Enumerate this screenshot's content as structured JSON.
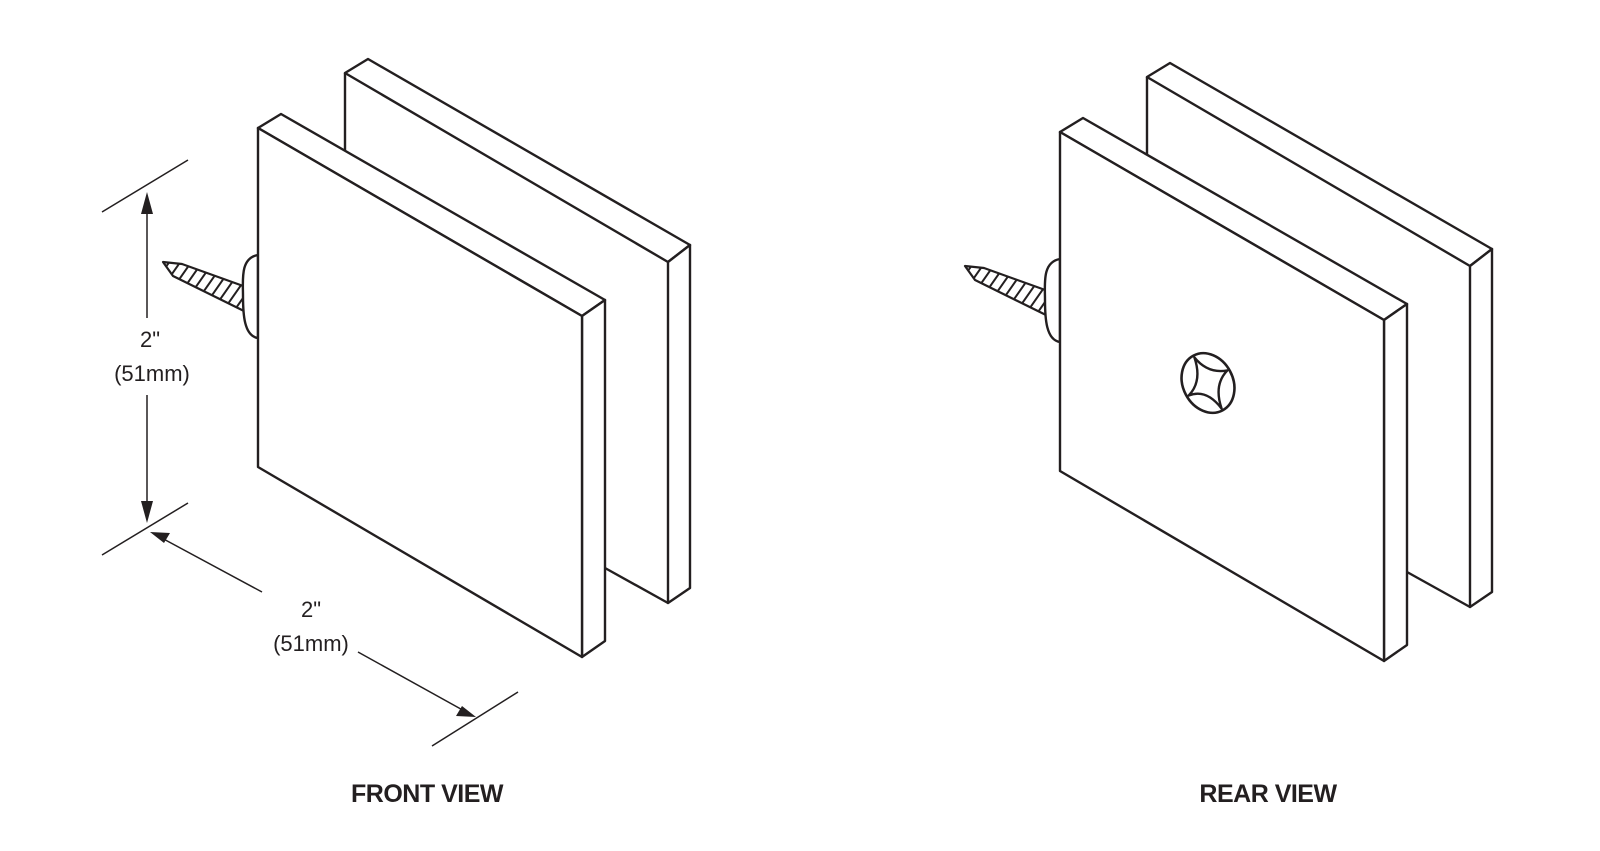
{
  "views": [
    {
      "id": "front",
      "caption": "FRONT VIEW"
    },
    {
      "id": "rear",
      "caption": "REAR VIEW"
    }
  ],
  "dimensions": {
    "height": {
      "imperial": "2\"",
      "metric": "(51mm)"
    },
    "width": {
      "imperial": "2\"",
      "metric": "(51mm)"
    }
  },
  "colors": {
    "line": "#231f20",
    "background": "#ffffff"
  }
}
